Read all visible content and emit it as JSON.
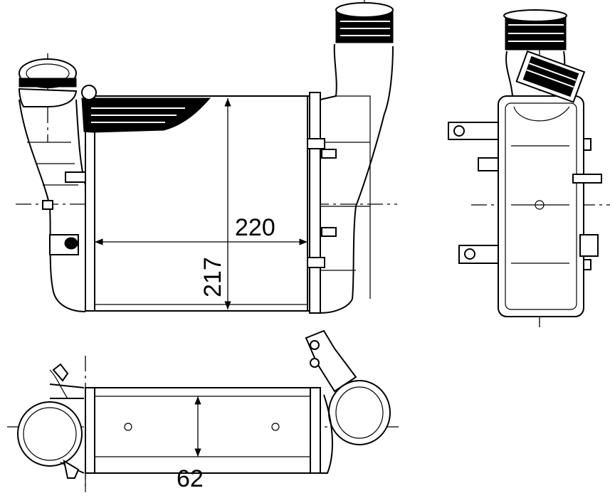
{
  "drawing": {
    "views": [
      "front-view",
      "side-view",
      "top-view"
    ],
    "dimensions": {
      "width_label": "220",
      "height_label": "217",
      "depth_label": "62"
    }
  }
}
